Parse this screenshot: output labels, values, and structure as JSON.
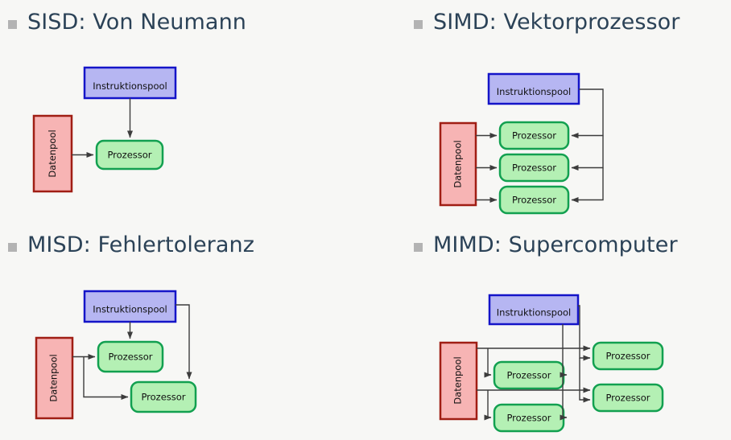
{
  "slide": {
    "background_color": "#f7f7f5",
    "bullet_color": "#b3b3b3",
    "heading_color": "#2b4257"
  },
  "palette": {
    "instruction_fill": "#b6b6f2",
    "instruction_stroke": "#1414c8",
    "data_fill": "#f7b4b4",
    "data_stroke": "#a01e14",
    "processor_fill": "#b4f0b4",
    "processor_stroke": "#12a050",
    "arrow_color": "#3c3c3c"
  },
  "labels": {
    "instruction_pool": "Instruktionspool",
    "data_pool": "Datenpool",
    "processor": "Prozessor"
  },
  "quadrants": [
    {
      "id": "sisd",
      "bullet": "■",
      "title": "SISD: Von Neumann",
      "instruction_pools": 1,
      "data_pools": 1,
      "processors": 1
    },
    {
      "id": "simd",
      "bullet": "■",
      "title": "SIMD: Vektorprozessor",
      "instruction_pools": 1,
      "data_pools": 1,
      "processors": 3
    },
    {
      "id": "misd",
      "bullet": "■",
      "title": "MISD: Fehlertoleranz",
      "instruction_pools": 1,
      "data_pools": 1,
      "processors": 2
    },
    {
      "id": "mimd",
      "bullet": "■",
      "title": "MIMD: Supercomputer",
      "instruction_pools": 1,
      "data_pools": 1,
      "processors": 4
    }
  ]
}
